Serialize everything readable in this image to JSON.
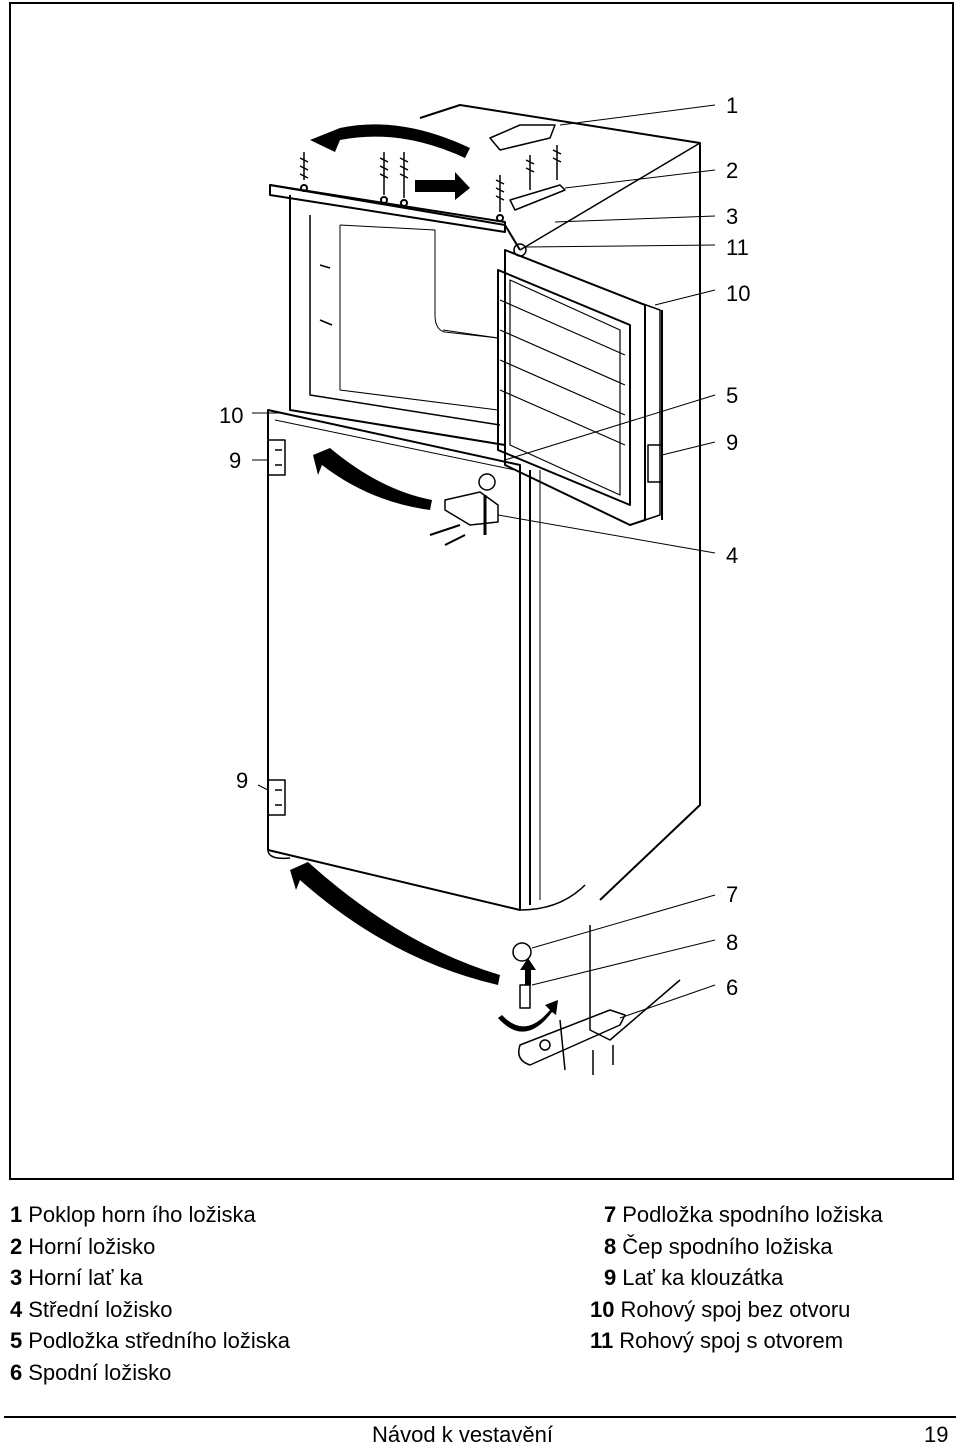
{
  "figure": {
    "callouts_right": [
      "1",
      "2",
      "3",
      "11",
      "10",
      "5",
      "9",
      "4",
      "7",
      "8",
      "6"
    ],
    "callouts_left": [
      "10",
      "9",
      "9"
    ]
  },
  "legend": {
    "left": [
      {
        "num": "1",
        "text": "Poklop horn ího ložiska"
      },
      {
        "num": "2",
        "text": "Horní ložisko"
      },
      {
        "num": "3",
        "text": "Horní lať ka"
      },
      {
        "num": "4",
        "text": "Střední ložisko"
      },
      {
        "num": "5",
        "text": "Podložka středního ložiska"
      },
      {
        "num": "6",
        "text": "Spodní ložisko"
      }
    ],
    "right": [
      {
        "num": "7",
        "text": "Podložka spodního ložiska"
      },
      {
        "num": "8",
        "text": "Čep spodního ložiska"
      },
      {
        "num": "9",
        "text": "Lať ka klouzátka"
      },
      {
        "num": "10",
        "text": "Rohový spoj bez otvoru"
      },
      {
        "num": "11",
        "text": "Rohový spoj s otvorem"
      }
    ]
  },
  "footer": {
    "title": "Návod k vestavění",
    "page": "19"
  }
}
